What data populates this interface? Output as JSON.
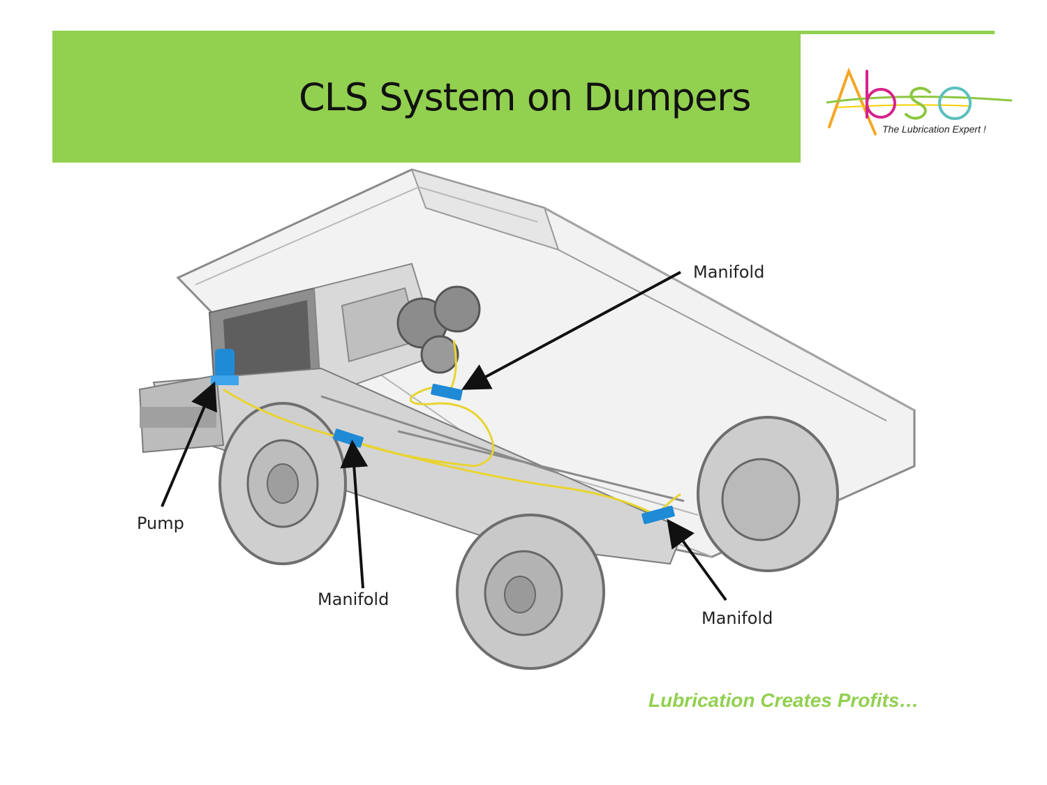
{
  "slide": {
    "title": "CLS System on Dumpers",
    "footer": "Lubrication Creates Profits…"
  },
  "logo": {
    "wordmark": "Abso",
    "tagline": "The Lubrication Expert !"
  },
  "diagram": {
    "callouts": [
      {
        "id": "manifold-upper",
        "label": "Manifold"
      },
      {
        "id": "pump",
        "label": "Pump"
      },
      {
        "id": "manifold-middle",
        "label": "Manifold"
      },
      {
        "id": "manifold-rear",
        "label": "Manifold"
      }
    ]
  },
  "colors": {
    "brand_green": "#92d050",
    "component_blue": "#1f8ad6",
    "lube_line_yellow": "#e8d430",
    "logo_orange": "#f5a623",
    "logo_magenta": "#d6228a",
    "logo_green": "#8cc63f",
    "logo_teal": "#5bc0be"
  }
}
